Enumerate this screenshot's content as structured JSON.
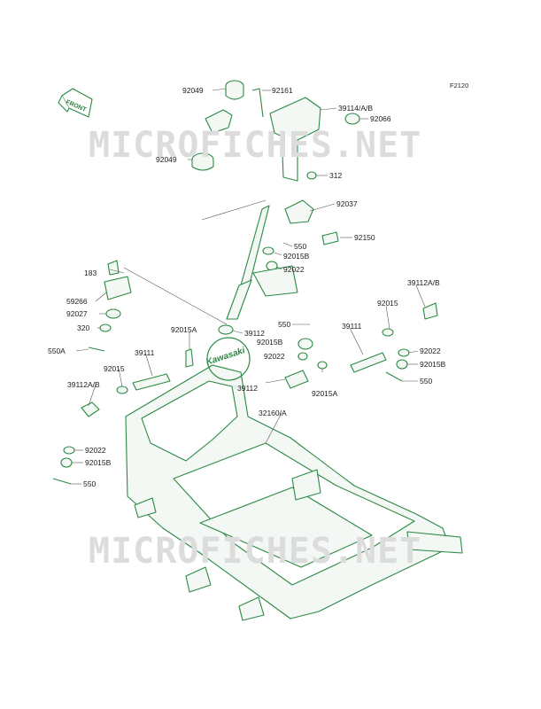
{
  "figure_id": "F2120",
  "front_label": "FRONT",
  "brand_mark": "Kawasaki",
  "watermark_text": "MICROFICHES.NET",
  "line_color": "#2a8a44",
  "fill_color": "#f3f8f4",
  "watermark_color": "#dcdcdc",
  "parts": [
    "92049",
    "92161",
    "39114/A/B",
    "92066",
    "92049",
    "312",
    "92037",
    "550",
    "92150",
    "92015B",
    "92022",
    "183",
    "59266",
    "92027",
    "320",
    "550A",
    "92015A",
    "39112",
    "39111",
    "92015",
    "39112A/B",
    "550",
    "92015B",
    "92022",
    "39111",
    "92015",
    "39112A/B",
    "92022",
    "92015B",
    "550",
    "39112",
    "92015A",
    "32160/A",
    "92022",
    "92015B",
    "550"
  ]
}
